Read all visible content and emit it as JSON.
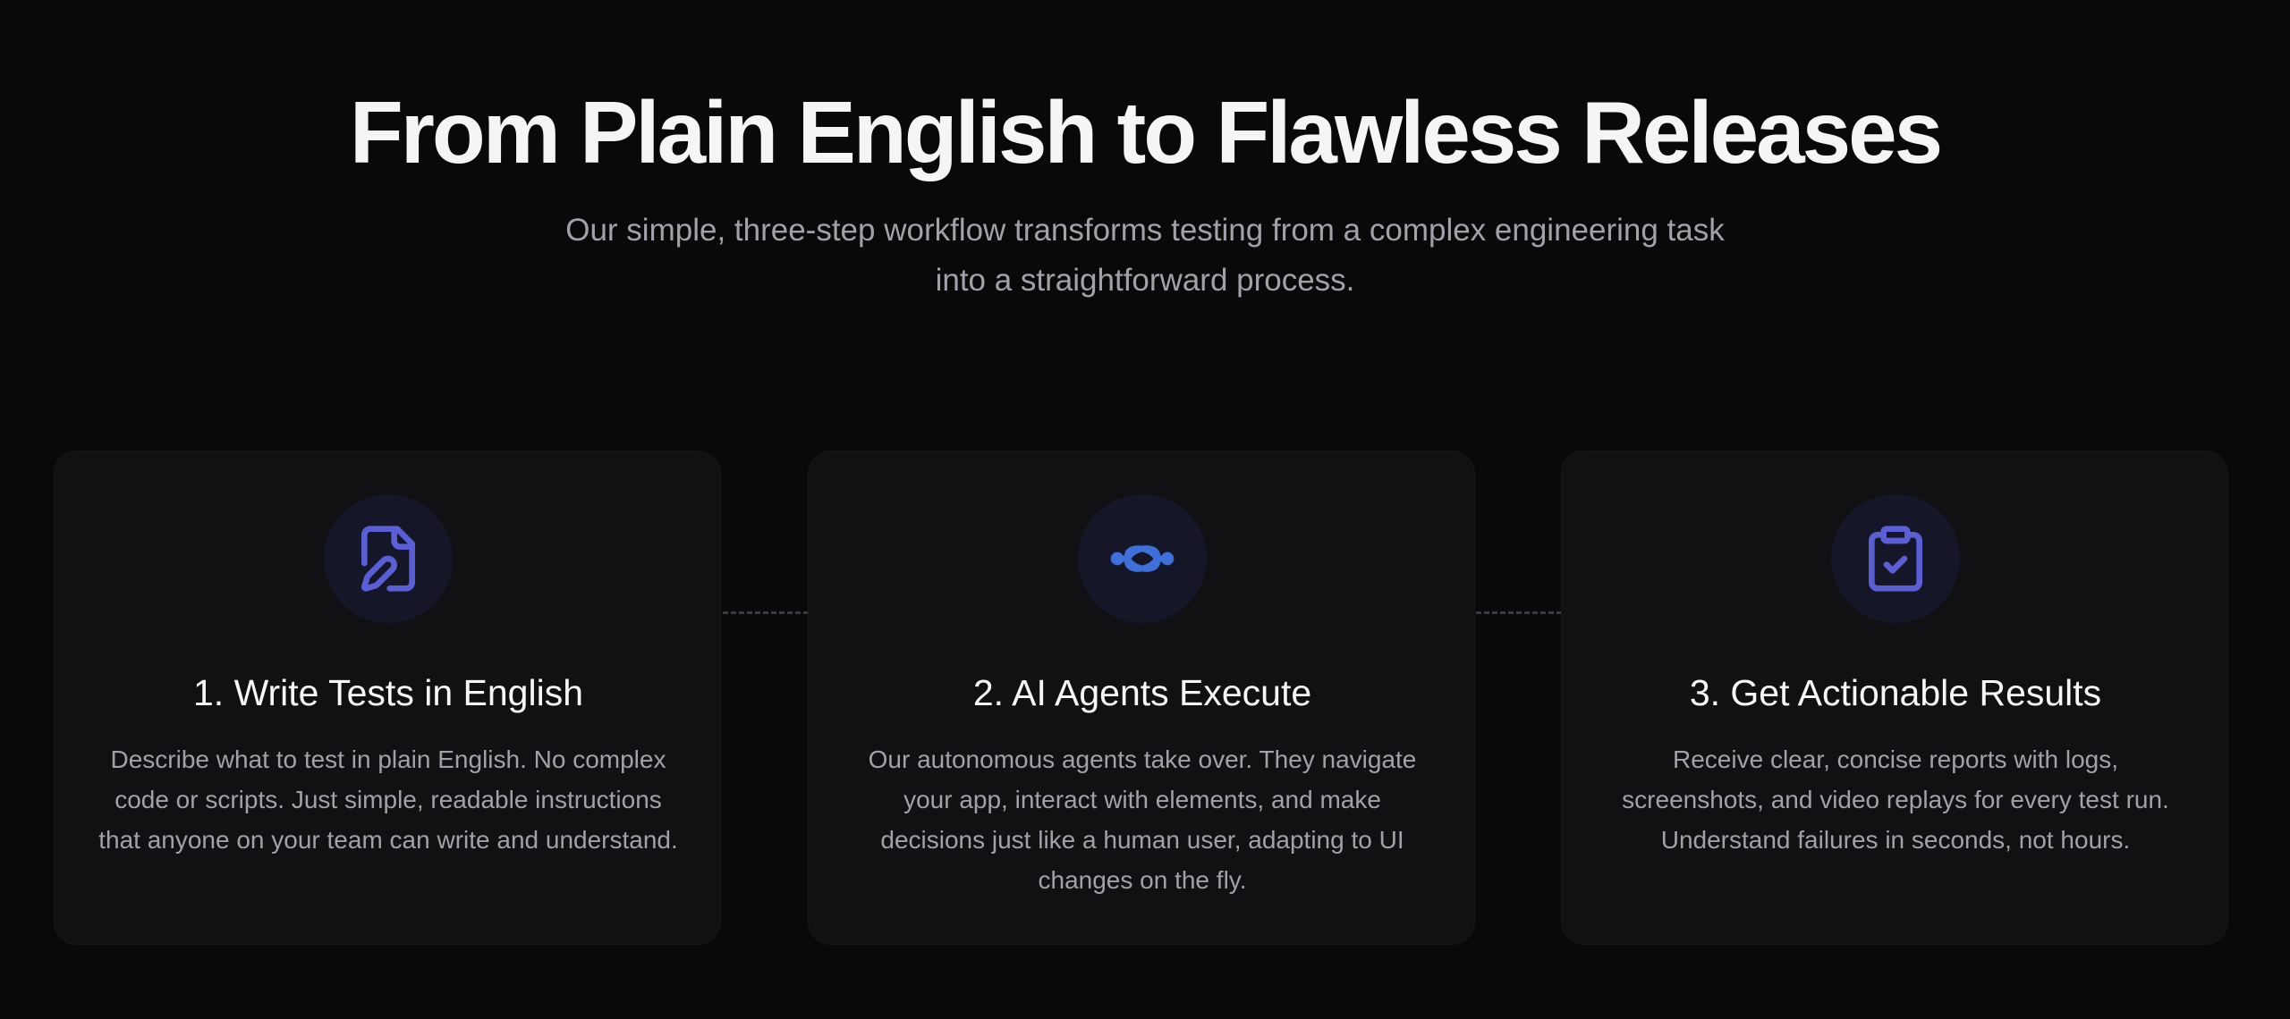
{
  "hero": {
    "title": "From Plain English to Flawless Releases",
    "subtitle": "Our simple, three-step workflow transforms testing from a complex engineering task into a straightforward process."
  },
  "colors": {
    "background": "#09090a",
    "card_background": "#111113",
    "icon_circle": "#161629",
    "icon_accent_indigo": "#5a5fd6",
    "icon_accent_blue": "#3f6fd8",
    "body_text": "#a1a1aa"
  },
  "steps": [
    {
      "icon": "file-pen-icon",
      "title": "1. Write Tests in English",
      "description": "Describe what to test in plain English. No complex code or scripts. Just simple, readable instructions that anyone on your team can write and understand."
    },
    {
      "icon": "orbit-icon",
      "title": "2. AI Agents Execute",
      "description": "Our autonomous agents take over. They navigate your app, interact with elements, and make decisions just like a human user, adapting to UI changes on the fly."
    },
    {
      "icon": "clipboard-check-icon",
      "title": "3. Get Actionable Results",
      "description": "Receive clear, concise reports with logs, screenshots, and video replays for every test run. Understand failures in seconds, not hours."
    }
  ]
}
